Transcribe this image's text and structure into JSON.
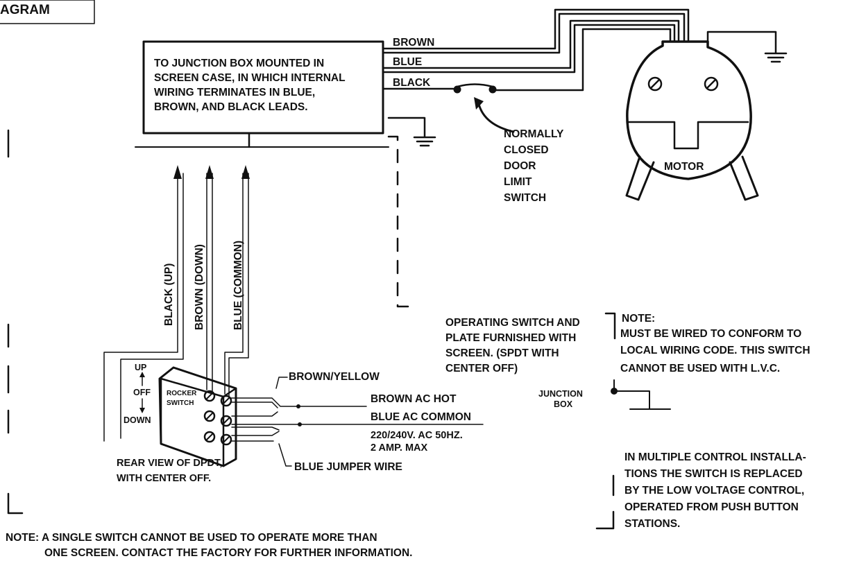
{
  "title_fragment": "AGRAM",
  "junction_box_text": [
    "TO JUNCTION BOX MOUNTED IN",
    "SCREEN CASE, IN WHICH INTERNAL",
    "WIRING TERMINATES IN BLUE,",
    "BROWN, AND BLACK LEADS."
  ],
  "wire_labels": {
    "brown": "BROWN",
    "blue": "BLUE",
    "black": "BLACK"
  },
  "limit_switch_label": [
    "NORMALLY",
    "CLOSED",
    "DOOR",
    "LIMIT",
    "SWITCH"
  ],
  "motor_label": "MOTOR",
  "lead_labels": {
    "black_up": "BLACK (UP)",
    "brown_down": "BROWN (DOWN)",
    "blue_common": "BLUE (COMMON)"
  },
  "rocker": {
    "label_line1": "ROCKER",
    "label_line2": "SWITCH",
    "up": "UP",
    "off": "OFF",
    "down": "DOWN",
    "rear_view": [
      "REAR VIEW OF DPDT,",
      "WITH CENTER OFF."
    ]
  },
  "power_labels": {
    "brown_yellow": "BROWN/YELLOW",
    "brown_hot": "BROWN AC HOT",
    "blue_common": "BLUE AC COMMON",
    "rating_line1": "220/240V. AC 50HZ.",
    "rating_line2": "2 AMP. MAX",
    "jumper": "BLUE JUMPER WIRE"
  },
  "operating_switch_text": [
    "OPERATING SWITCH AND",
    "PLATE FURNISHED WITH",
    "SCREEN. (SPDT WITH",
    "CENTER OFF)"
  ],
  "note_right": [
    "NOTE:",
    "MUST BE WIRED TO CONFORM TO",
    "LOCAL WIRING CODE. THIS SWITCH",
    "CANNOT BE USED WITH L.V.C."
  ],
  "junction_box_label": [
    "JUNCTION",
    "BOX"
  ],
  "multiple_control_text": [
    "IN MULTIPLE CONTROL INSTALLA-",
    "TIONS THE SWITCH IS REPLACED",
    "BY THE LOW VOLTAGE CONTROL,",
    "OPERATED FROM PUSH BUTTON",
    "STATIONS."
  ],
  "note_bottom": [
    "NOTE: A SINGLE SWITCH CANNOT BE USED TO OPERATE MORE THAN",
    "ONE SCREEN. CONTACT THE FACTORY FOR FURTHER INFORMATION."
  ]
}
